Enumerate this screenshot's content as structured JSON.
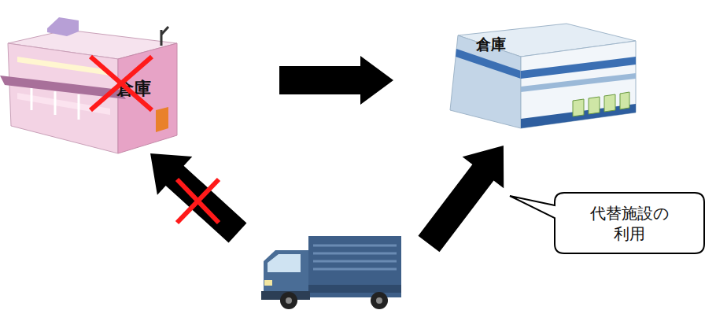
{
  "diagram": {
    "nodes": [
      {
        "text": [
          "倉庫"
        ]
      },
      {
        "text": [
          "倉庫"
        ]
      },
      {
        "text": [
          "代替施設の 利用"
        ]
      }
    ],
    "edges": [
      {
        "from": 0,
        "to": 1,
        "arrow": "to"
      }
    ]
  }
}
